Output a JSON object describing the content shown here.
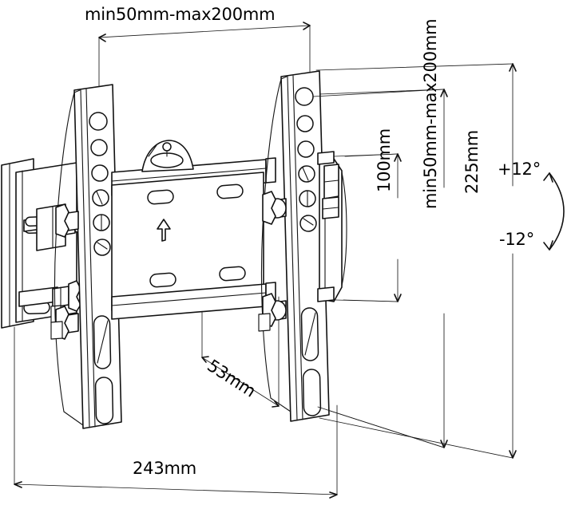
{
  "diagram": {
    "title": "TV wall mount bracket technical drawing",
    "subject": "tilting flat-panel TV wall mount",
    "background_color": "#ffffff",
    "line_color": "#111111",
    "dimensions": {
      "top_horizontal": {
        "label": "min50mm-max200mm",
        "meaning": "horizontal VESA mounting hole spacing range"
      },
      "inner_vertical": {
        "label": "100mm",
        "meaning": "inner vertical hole spacing"
      },
      "outer_vertical": {
        "label": "min50mm-max200mm",
        "meaning": "vertical VESA mounting hole spacing range"
      },
      "overall_height": {
        "label": "225mm",
        "meaning": "overall bracket height"
      },
      "depth": {
        "label": "53mm",
        "meaning": "wall-to-bracket depth profile"
      },
      "overall_width": {
        "label": "243mm",
        "meaning": "overall bracket width"
      }
    },
    "tilt": {
      "up_label": "+12°",
      "down_label": "-12°",
      "description": "tilt adjustment range arc"
    },
    "features": {
      "orientation_arrow": "up-arrow marking on wall plate",
      "bubble_level": "integrated bubble spirit level",
      "left_rail_round_holes": 6,
      "left_rail_slots": 2,
      "right_rail_round_holes": 6,
      "right_rail_slots": 2,
      "plate_slots": 4,
      "knobs": 2
    }
  }
}
